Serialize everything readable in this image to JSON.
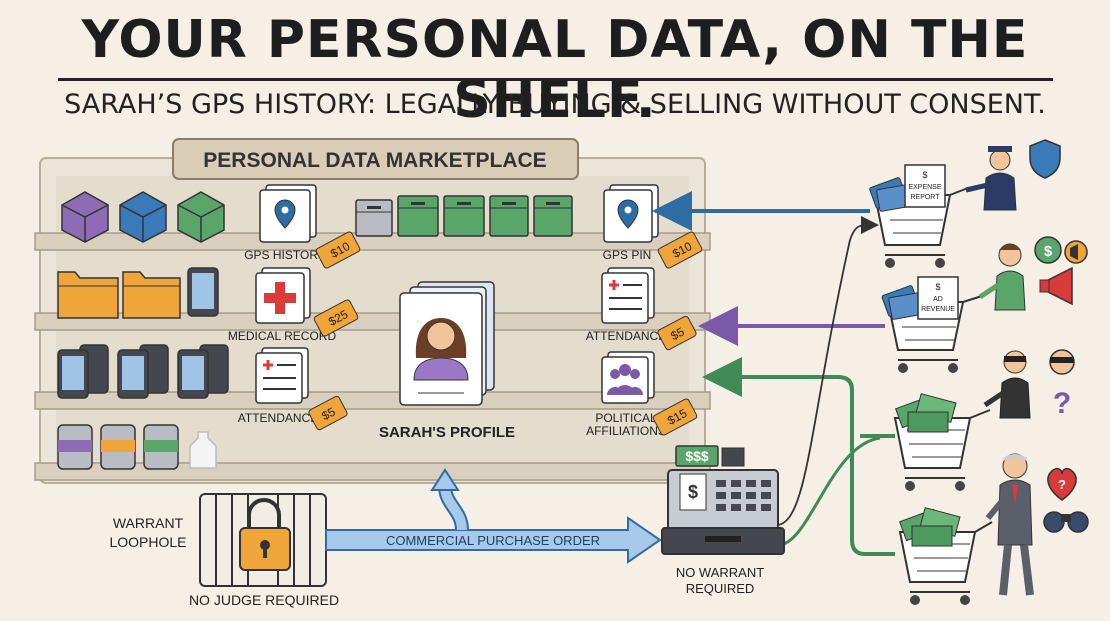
{
  "header": {
    "title": "YOUR PERSONAL DATA, ON THE SHELF.",
    "subtitle": "SARAH’S GPS HISTORY: LEGALLY BUYING & SELLING WITHOUT CONSENT."
  },
  "marketplace": {
    "sign": "PERSONAL DATA MARKETPLACE",
    "items": {
      "gps_history": {
        "label": "GPS HISTORY",
        "price": "$10"
      },
      "gps_pin": {
        "label": "GPS PIN",
        "price": "$10"
      },
      "medical_record": {
        "label": "MEDICAL RECORD",
        "price": "$25"
      },
      "attendance_right": {
        "label": "ATTENDANCE",
        "price": "$5"
      },
      "attendance_left": {
        "label": "ATTENDANCE",
        "price": "$5"
      },
      "political": {
        "label_line1": "POLITICAL",
        "label_line2": "AFFILIATIONS",
        "price": "$15"
      }
    },
    "profile_label": "SARAH'S PROFILE"
  },
  "flow": {
    "warrant_line1": "WARRANT",
    "warrant_line2": "LOOPHOLE",
    "no_judge": "NO JUDGE REQUIRED",
    "order": "COMMERCIAL PURCHASE ORDER",
    "register_sign": "$$$",
    "register_receipt": "$",
    "no_warrant_line1": "NO WARRANT",
    "no_warrant_line2": "REQUIRED"
  },
  "buyers": {
    "expense_line1": "$",
    "expense_line2": "EXPENSE",
    "expense_line3": "REPORT",
    "ad_line1": "$",
    "ad_line2": "AD",
    "ad_line3": "REVENUE",
    "dollar_icon": "$",
    "question_mark": "?",
    "heart_question": "?"
  },
  "colors": {
    "background": "#f5efe6",
    "shelf": "#e9e2d5",
    "blue_arrow": "#2e6da4",
    "purple_arrow": "#7a5aa6",
    "green_arrow": "#3f8a55",
    "price_tag": "#f0a53a"
  }
}
